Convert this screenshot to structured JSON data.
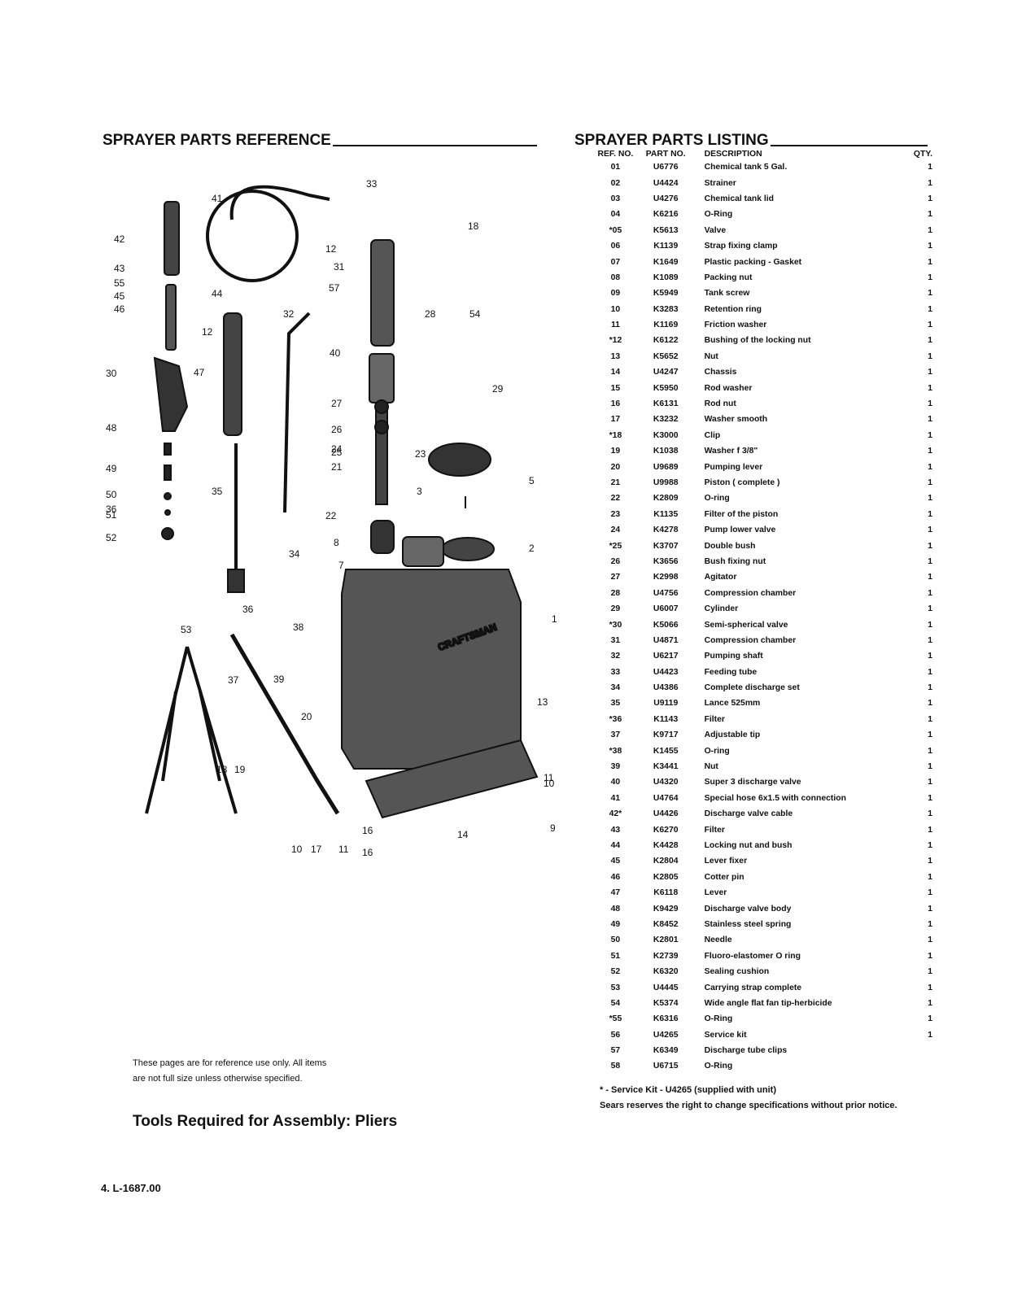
{
  "left_heading": "SPRAYER PARTS REFERENCE",
  "right_heading": "SPRAYER PARTS LISTING",
  "table": {
    "headers": {
      "ref": "REF. NO.",
      "part": "PART NO.",
      "desc": "DESCRIPTION",
      "qty": "QTY."
    },
    "rows": [
      {
        "ref": "01",
        "part": "U6776",
        "desc": "Chemical tank 5 Gal.",
        "qty": "1"
      },
      {
        "ref": "02",
        "part": "U4424",
        "desc": "Strainer",
        "qty": "1"
      },
      {
        "ref": "03",
        "part": "U4276",
        "desc": "Chemical tank lid",
        "qty": "1"
      },
      {
        "ref": "04",
        "part": "K6216",
        "desc": "O-Ring",
        "qty": "1"
      },
      {
        "ref": "*05",
        "part": "K5613",
        "desc": "Valve",
        "qty": "1"
      },
      {
        "ref": "06",
        "part": "K1139",
        "desc": "Strap fixing clamp",
        "qty": "1"
      },
      {
        "ref": "07",
        "part": "K1649",
        "desc": "Plastic packing - Gasket",
        "qty": "1"
      },
      {
        "ref": "08",
        "part": "K1089",
        "desc": "Packing nut",
        "qty": "1"
      },
      {
        "ref": "09",
        "part": "K5949",
        "desc": "Tank screw",
        "qty": "1"
      },
      {
        "ref": "10",
        "part": "K3283",
        "desc": "Retention ring",
        "qty": "1"
      },
      {
        "ref": "11",
        "part": "K1169",
        "desc": "Friction washer",
        "qty": "1"
      },
      {
        "ref": "*12",
        "part": "K6122",
        "desc": "Bushing of the locking nut",
        "qty": "1"
      },
      {
        "ref": "13",
        "part": "K5652",
        "desc": "Nut",
        "qty": "1"
      },
      {
        "ref": "14",
        "part": "U4247",
        "desc": "Chassis",
        "qty": "1"
      },
      {
        "ref": "15",
        "part": "K5950",
        "desc": "Rod washer",
        "qty": "1"
      },
      {
        "ref": "16",
        "part": "K6131",
        "desc": "Rod nut",
        "qty": "1"
      },
      {
        "ref": "17",
        "part": "K3232",
        "desc": "Washer smooth",
        "qty": "1"
      },
      {
        "ref": "*18",
        "part": "K3000",
        "desc": "Clip",
        "qty": "1"
      },
      {
        "ref": "19",
        "part": "K1038",
        "desc": "Washer f 3/8\"",
        "qty": "1"
      },
      {
        "ref": "20",
        "part": "U9689",
        "desc": "Pumping lever",
        "qty": "1"
      },
      {
        "ref": "21",
        "part": "U9988",
        "desc": "Piston ( complete )",
        "qty": "1"
      },
      {
        "ref": "22",
        "part": "K2809",
        "desc": "O-ring",
        "qty": "1"
      },
      {
        "ref": "23",
        "part": "K1135",
        "desc": "Filter of the piston",
        "qty": "1"
      },
      {
        "ref": "24",
        "part": "K4278",
        "desc": "Pump lower valve",
        "qty": "1"
      },
      {
        "ref": "*25",
        "part": "K3707",
        "desc": "Double bush",
        "qty": "1"
      },
      {
        "ref": "26",
        "part": "K3656",
        "desc": "Bush fixing nut",
        "qty": "1"
      },
      {
        "ref": "27",
        "part": "K2998",
        "desc": "Agitator",
        "qty": "1"
      },
      {
        "ref": "28",
        "part": "U4756",
        "desc": "Compression chamber",
        "qty": "1"
      },
      {
        "ref": "29",
        "part": "U6007",
        "desc": "Cylinder",
        "qty": "1"
      },
      {
        "ref": "*30",
        "part": "K5066",
        "desc": "Semi-spherical valve",
        "qty": "1"
      },
      {
        "ref": "31",
        "part": "U4871",
        "desc": "Compression chamber",
        "qty": "1"
      },
      {
        "ref": "32",
        "part": "U6217",
        "desc": "Pumping shaft",
        "qty": "1"
      },
      {
        "ref": "33",
        "part": "U4423",
        "desc": "Feeding tube",
        "qty": "1"
      },
      {
        "ref": "34",
        "part": "U4386",
        "desc": "Complete discharge set",
        "qty": "1"
      },
      {
        "ref": "35",
        "part": "U9119",
        "desc": "Lance 525mm",
        "qty": "1"
      },
      {
        "ref": "*36",
        "part": "K1143",
        "desc": "Filter",
        "qty": "1"
      },
      {
        "ref": "37",
        "part": "K9717",
        "desc": "Adjustable tip",
        "qty": "1"
      },
      {
        "ref": "*38",
        "part": "K1455",
        "desc": "O-ring",
        "qty": "1"
      },
      {
        "ref": "39",
        "part": "K3441",
        "desc": "Nut",
        "qty": "1"
      },
      {
        "ref": "40",
        "part": "U4320",
        "desc": "Super 3 discharge valve",
        "qty": "1"
      },
      {
        "ref": "41",
        "part": "U4764",
        "desc": "Special hose 6x1.5 with connection",
        "qty": "1"
      },
      {
        "ref": "42*",
        "part": "U4426",
        "desc": "Discharge valve cable",
        "qty": "1"
      },
      {
        "ref": "43",
        "part": "K6270",
        "desc": "Filter",
        "qty": "1"
      },
      {
        "ref": "44",
        "part": "K4428",
        "desc": "Locking nut and bush",
        "qty": "1"
      },
      {
        "ref": "45",
        "part": "K2804",
        "desc": "Lever fixer",
        "qty": "1"
      },
      {
        "ref": "46",
        "part": "K2805",
        "desc": "Cotter pin",
        "qty": "1"
      },
      {
        "ref": "47",
        "part": "K6118",
        "desc": "Lever",
        "qty": "1"
      },
      {
        "ref": "48",
        "part": "K9429",
        "desc": "Discharge valve body",
        "qty": "1"
      },
      {
        "ref": "49",
        "part": "K8452",
        "desc": "Stainless steel spring",
        "qty": "1"
      },
      {
        "ref": "50",
        "part": "K2801",
        "desc": "Needle",
        "qty": "1"
      },
      {
        "ref": "51",
        "part": "K2739",
        "desc": "Fluoro-elastomer O ring",
        "qty": "1"
      },
      {
        "ref": "52",
        "part": "K6320",
        "desc": "Sealing cushion",
        "qty": "1"
      },
      {
        "ref": "53",
        "part": "U4445",
        "desc": "Carrying strap complete",
        "qty": "1"
      },
      {
        "ref": "54",
        "part": "K5374",
        "desc": "Wide angle flat fan tip-herbicide",
        "qty": "1"
      },
      {
        "ref": "*55",
        "part": "K6316",
        "desc": "O-Ring",
        "qty": "1"
      },
      {
        "ref": "56",
        "part": "U4265",
        "desc": "Service kit",
        "qty": "1"
      },
      {
        "ref": "57",
        "part": "K6349",
        "desc": "Discharge tube clips",
        "qty": ""
      },
      {
        "ref": "58",
        "part": "U6715",
        "desc": "O-Ring",
        "qty": ""
      }
    ]
  },
  "service_note": "* - Service Kit - U4265 (supplied with unit)",
  "sears_note": "Sears reserves the right to change specifications without prior notice.",
  "disclaimer": "These pages are for reference use only. All items are not full size unless otherwise specified.",
  "tools": "Tools Required for Assembly:  Pliers",
  "page_number": "4.",
  "page_code": "L-1687.00",
  "diagram": {
    "tank_brand": "CRAFTSMAN",
    "callouts": [
      "41",
      "12",
      "33",
      "18",
      "42",
      "43",
      "55",
      "45",
      "46",
      "44",
      "12",
      "31",
      "28",
      "54",
      "57",
      "32",
      "30",
      "47",
      "40",
      "29",
      "27",
      "26",
      "25",
      "48",
      "24",
      "49",
      "23",
      "21",
      "50",
      "35",
      "3",
      "5",
      "36",
      "51",
      "22",
      "52",
      "8",
      "2",
      "34",
      "7",
      "1",
      "53",
      "36",
      "38",
      "37",
      "39",
      "13",
      "20",
      "18",
      "19",
      "11",
      "10",
      "16",
      "14",
      "9",
      "10",
      "17",
      "11",
      "16"
    ]
  }
}
